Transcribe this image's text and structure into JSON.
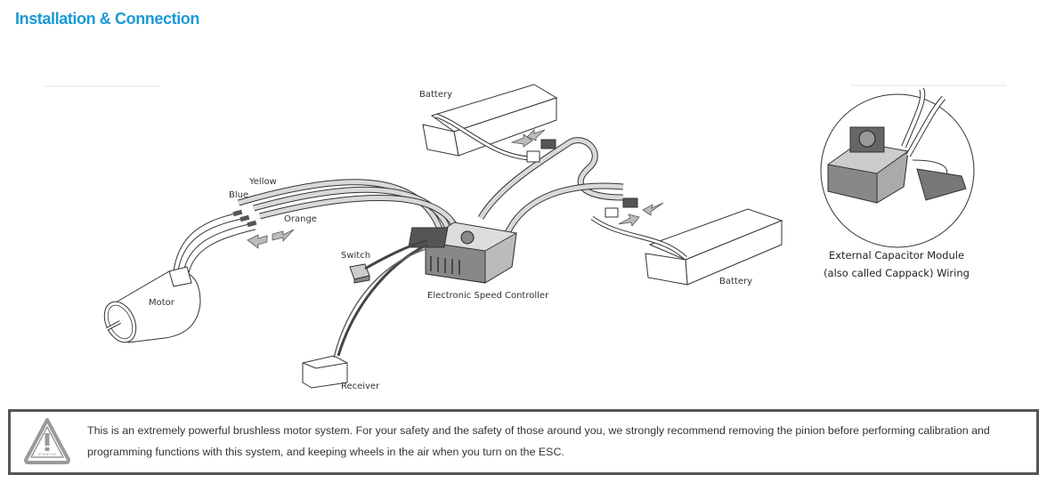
{
  "header": {
    "title": "Installation & Connection"
  },
  "diagram": {
    "labels": {
      "battery_top": "Battery",
      "battery_right": "Battery",
      "yellow": "Yellow",
      "blue": "Blue",
      "orange": "Orange",
      "motor": "Motor",
      "switch": "Switch",
      "esc": "Electronic Speed Controller",
      "receiver": "Receiver"
    },
    "inset": {
      "caption_line1": "External Capacitor Module",
      "caption_line2": "(also called Cappack) Wiring"
    },
    "colors": {
      "line": "#333333",
      "wire_fill": "#d9d9d9",
      "arrow_fill": "#bbbbbb",
      "title": "#1a9ad6"
    }
  },
  "notice": {
    "icon": "attention-warning-icon",
    "icon_text": "ATTENTION",
    "line1": "This is an extremely powerful brushless motor system. For your safety and the safety of those around you, we strongly recommend removing the pinion before performing calibration and",
    "line2": "programming functions with this system, and keeping wheels in the air when you turn on the ESC."
  }
}
